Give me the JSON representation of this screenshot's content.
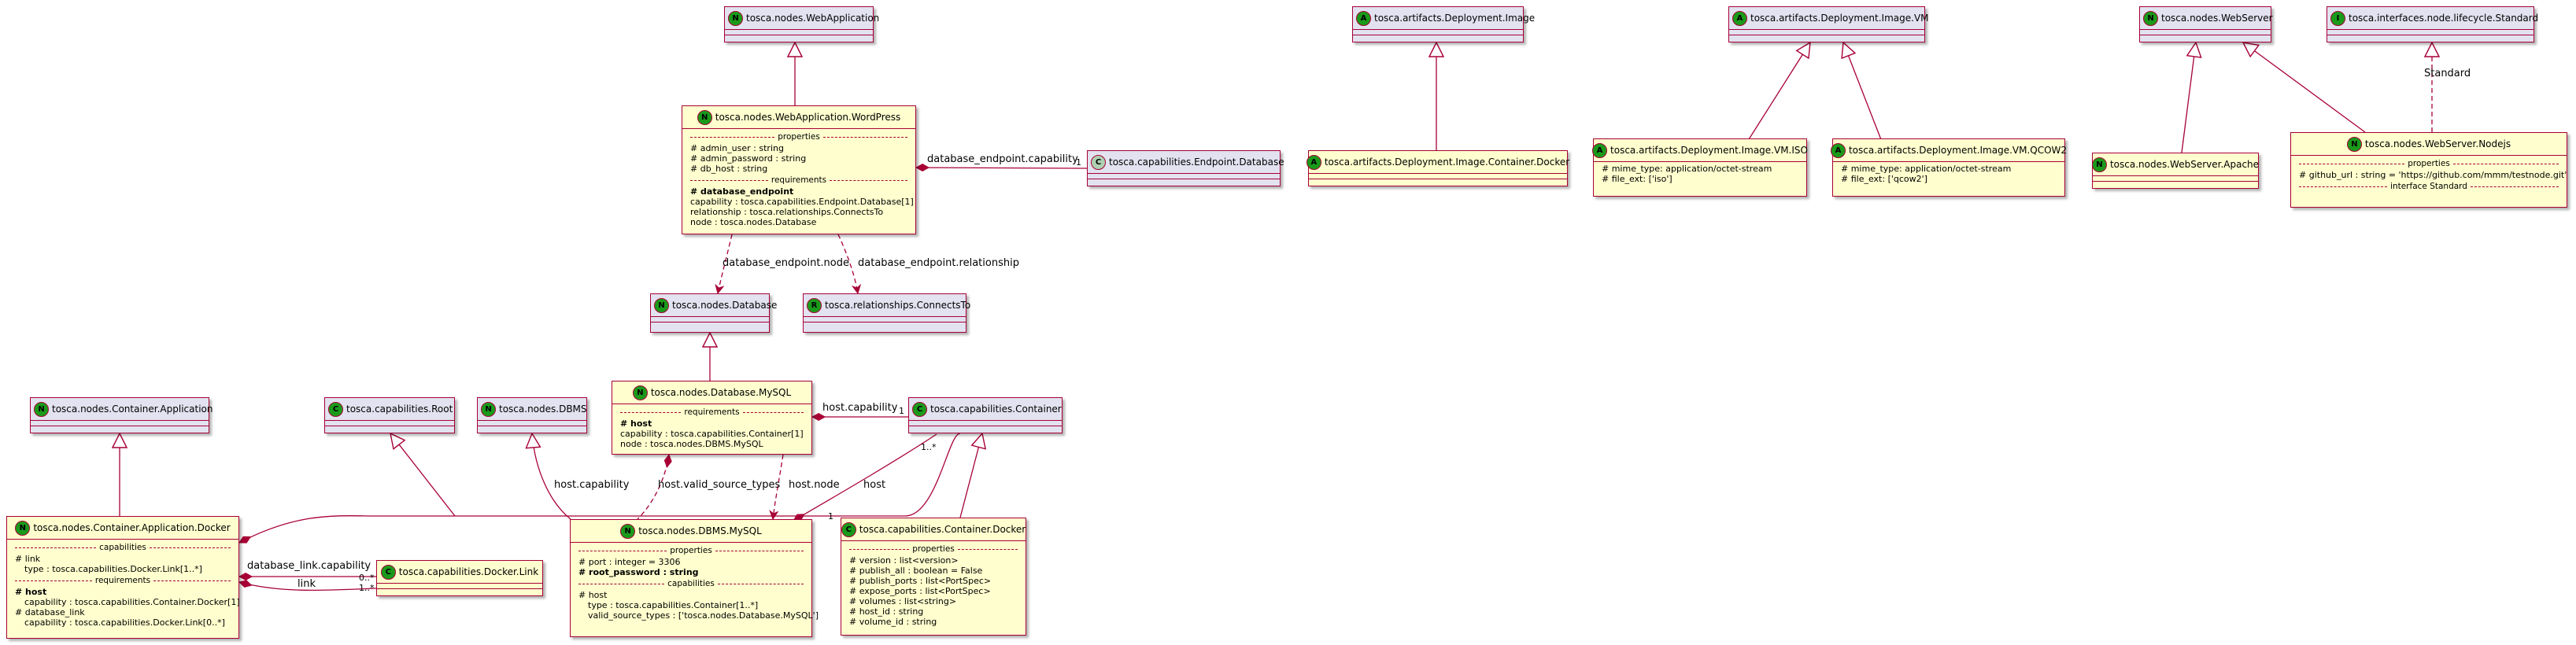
{
  "classes": {
    "webapp": {
      "stereotype": "N",
      "name": "tosca.nodes.WebApplication",
      "stereo_color": "#1A9A1A"
    },
    "wordpress": {
      "stereotype": "N",
      "name": "tosca.nodes.WebApplication.WordPress",
      "stereo_color": "#1A9A1A",
      "properties_label": "properties",
      "properties": [
        "# admin_user : string",
        "# admin_password : string",
        "# db_host : string"
      ],
      "requirements_label": "requirements",
      "requirements": [
        {
          "text": "# database_endpoint",
          "bold": true
        },
        {
          "text": "capability : tosca.capabilities.Endpoint.Database[1]"
        },
        {
          "text": "relationship : tosca.relationships.ConnectsTo"
        },
        {
          "text": "node : tosca.nodes.Database"
        }
      ]
    },
    "endpoint_db": {
      "stereotype": "C",
      "name": "tosca.capabilities.Endpoint.Database",
      "stereo_color": "#ADD1B2"
    },
    "database": {
      "stereotype": "N",
      "name": "tosca.nodes.Database",
      "stereo_color": "#1A9A1A"
    },
    "connects_to": {
      "stereotype": "R",
      "name": "tosca.relationships.ConnectsTo",
      "stereo_color": "#1A9A1A"
    },
    "mysql_db": {
      "stereotype": "N",
      "name": "tosca.nodes.Database.MySQL",
      "stereo_color": "#1A9A1A",
      "requirements_label": "requirements",
      "requirements": [
        {
          "text": "# host",
          "bold": true
        },
        {
          "text": "capability : tosca.capabilities.Container[1]"
        },
        {
          "text": "node : tosca.nodes.DBMS.MySQL"
        }
      ]
    },
    "cap_container": {
      "stereotype": "C",
      "name": "tosca.capabilities.Container",
      "stereo_color": "#1A9A1A"
    },
    "container_app": {
      "stereotype": "N",
      "name": "tosca.nodes.Container.Application",
      "stereo_color": "#1A9A1A"
    },
    "cap_root": {
      "stereotype": "C",
      "name": "tosca.capabilities.Root",
      "stereo_color": "#1A9A1A"
    },
    "dbms": {
      "stereotype": "N",
      "name": "tosca.nodes.DBMS",
      "stereo_color": "#1A9A1A"
    },
    "app_docker": {
      "stereotype": "N",
      "name": "tosca.nodes.Container.Application.Docker",
      "stereo_color": "#1A9A1A",
      "capabilities_label": "capabilities",
      "capabilities": [
        {
          "text": "# link"
        },
        {
          "text": "type : tosca.capabilities.Docker.Link[1..*]",
          "indent": true
        }
      ],
      "requirements_label": "requirements",
      "requirements": [
        {
          "text": "# host",
          "bold": true
        },
        {
          "text": "capability : tosca.capabilities.Container.Docker[1]",
          "indent": true
        },
        {
          "text": "# database_link"
        },
        {
          "text": "capability : tosca.capabilities.Docker.Link[0..*]",
          "indent": true
        }
      ]
    },
    "docker_link": {
      "stereotype": "C",
      "name": "tosca.capabilities.Docker.Link",
      "stereo_color": "#1A9A1A"
    },
    "dbms_mysql": {
      "stereotype": "N",
      "name": "tosca.nodes.DBMS.MySQL",
      "stereo_color": "#1A9A1A",
      "properties_label": "properties",
      "properties": [
        {
          "text": "# port : integer = 3306"
        },
        {
          "text": "# root_password : string",
          "bold": true
        }
      ],
      "capabilities_label": "capabilities",
      "capabilities": [
        {
          "text": "# host"
        },
        {
          "text": "type : tosca.capabilities.Container[1..*]",
          "indent": true
        },
        {
          "text": "valid_source_types : ['tosca.nodes.Database.MySQL']",
          "indent": true
        }
      ]
    },
    "container_docker": {
      "stereotype": "C",
      "name": "tosca.capabilities.Container.Docker",
      "stereo_color": "#1A9A1A",
      "properties_label": "properties",
      "properties": [
        "# version : list<version>",
        "# publish_all : boolean = False",
        "# publish_ports : list<PortSpec>",
        "# expose_ports : list<PortSpec>",
        "# volumes : list<string>",
        "# host_id : string",
        "# volume_id : string"
      ]
    },
    "deploy_image": {
      "stereotype": "A",
      "name": "tosca.artifacts.Deployment.Image",
      "stereo_color": "#1A9A1A"
    },
    "deploy_image_docker": {
      "stereotype": "A",
      "name": "tosca.artifacts.Deployment.Image.Container.Docker",
      "stereo_color": "#1A9A1A"
    },
    "deploy_image_vm": {
      "stereotype": "A",
      "name": "tosca.artifacts.Deployment.Image.VM",
      "stereo_color": "#1A9A1A"
    },
    "vm_iso": {
      "stereotype": "A",
      "name": "tosca.artifacts.Deployment.Image.VM.ISO",
      "stereo_color": "#1A9A1A",
      "properties": [
        "# mime_type: application/octet-stream",
        "# file_ext: ['iso']"
      ]
    },
    "vm_qcow2": {
      "stereotype": "A",
      "name": "tosca.artifacts.Deployment.Image.VM.QCOW2",
      "stereo_color": "#1A9A1A",
      "properties": [
        "# mime_type: application/octet-stream",
        "# file_ext: ['qcow2']"
      ]
    },
    "webserver": {
      "stereotype": "N",
      "name": "tosca.nodes.WebServer",
      "stereo_color": "#1A9A1A"
    },
    "lifecycle": {
      "stereotype": "I",
      "name": "tosca.interfaces.node.lifecycle.Standard",
      "stereo_color": "#1A9A1A"
    },
    "apache": {
      "stereotype": "N",
      "name": "tosca.nodes.WebServer.Apache",
      "stereo_color": "#1A9A1A"
    },
    "nodejs": {
      "stereotype": "N",
      "name": "tosca.nodes.WebServer.Nodejs",
      "stereo_color": "#1A9A1A",
      "properties_label": "properties",
      "properties": [
        "# github_url : string = 'https://github.com/mmm/testnode.git'"
      ],
      "interface_label": "interface Standard"
    }
  },
  "edge_labels": {
    "database_endpoint_capability": "database_endpoint.capability",
    "database_endpoint_node": "database_endpoint.node",
    "database_endpoint_relationship": "database_endpoint.relationship",
    "host_capability_1": "host.capability",
    "host_capability_2": "host.capability",
    "host_valid_source_types": "host.valid_source_types",
    "host_node": "host.node",
    "host": "host",
    "database_link_capability": "database_link.capability",
    "link": "link",
    "standard": "Standard"
  },
  "multiplicities": {
    "endpoint_1": "1",
    "container_1": "1",
    "container_many": "1..*",
    "host_target_1": "1",
    "link_zero_many": "0..*",
    "link_one_many": "1..*"
  },
  "colors": {
    "border": "#A80036",
    "plain_fill": "#E2E2F0",
    "detail_fill": "#FEFECE",
    "edge": "#A80036"
  }
}
